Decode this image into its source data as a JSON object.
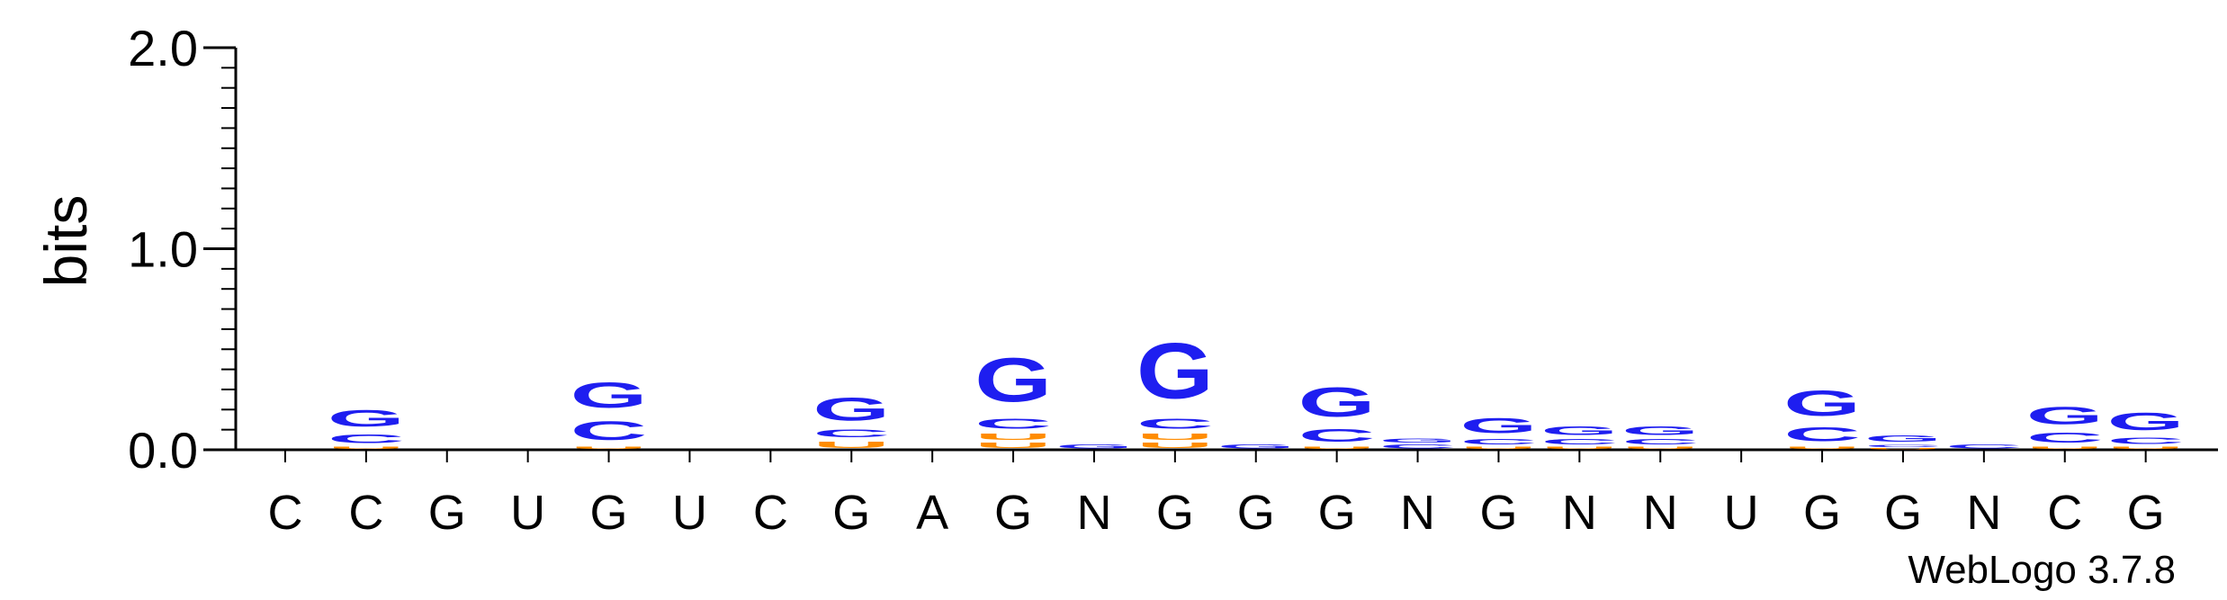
{
  "chart_data": {
    "type": "sequence_logo",
    "ylabel": "bits",
    "ylim": [
      0,
      2.0
    ],
    "yticks": [
      "0.0",
      "1.0",
      "2.0"
    ],
    "credit": "WebLogo 3.7.8",
    "colors": {
      "G": "#1e1ef0",
      "C": "#1e1ef0",
      "U": "#ff8c00",
      "A": "#d00000"
    },
    "positions": [
      {
        "label": "C",
        "stack": []
      },
      {
        "label": "C",
        "stack": [
          [
            "U",
            0.02
          ],
          [
            "C",
            0.07
          ],
          [
            "G",
            0.13
          ]
        ]
      },
      {
        "label": "G",
        "stack": []
      },
      {
        "label": "U",
        "stack": []
      },
      {
        "label": "G",
        "stack": [
          [
            "U",
            0.02
          ],
          [
            "C",
            0.15
          ],
          [
            "G",
            0.2
          ]
        ]
      },
      {
        "label": "U",
        "stack": []
      },
      {
        "label": "C",
        "stack": []
      },
      {
        "label": "G",
        "stack": [
          [
            "U",
            0.05
          ],
          [
            "C",
            0.06
          ],
          [
            "G",
            0.18
          ]
        ]
      },
      {
        "label": "A",
        "stack": []
      },
      {
        "label": "G",
        "stack": [
          [
            "U",
            0.04
          ],
          [
            "U",
            0.05
          ],
          [
            "C",
            0.08
          ],
          [
            "G",
            0.35
          ]
        ]
      },
      {
        "label": "N",
        "stack": [
          [
            "G",
            0.03
          ]
        ]
      },
      {
        "label": "G",
        "stack": [
          [
            "U",
            0.04
          ],
          [
            "U",
            0.05
          ],
          [
            "C",
            0.08
          ],
          [
            "G",
            0.44
          ]
        ]
      },
      {
        "label": "G",
        "stack": [
          [
            "G",
            0.03
          ]
        ]
      },
      {
        "label": "G",
        "stack": [
          [
            "U",
            0.02
          ],
          [
            "C",
            0.1
          ],
          [
            "G",
            0.23
          ]
        ]
      },
      {
        "label": "N",
        "stack": [
          [
            "C",
            0.03
          ],
          [
            "G",
            0.03
          ]
        ]
      },
      {
        "label": "G",
        "stack": [
          [
            "U",
            0.02
          ],
          [
            "C",
            0.04
          ],
          [
            "G",
            0.12
          ]
        ]
      },
      {
        "label": "N",
        "stack": [
          [
            "U",
            0.02
          ],
          [
            "C",
            0.04
          ],
          [
            "G",
            0.07
          ]
        ]
      },
      {
        "label": "N",
        "stack": [
          [
            "U",
            0.02
          ],
          [
            "C",
            0.04
          ],
          [
            "G",
            0.07
          ]
        ]
      },
      {
        "label": "U",
        "stack": []
      },
      {
        "label": "G",
        "stack": [
          [
            "U",
            0.02
          ],
          [
            "C",
            0.11
          ],
          [
            "G",
            0.2
          ]
        ]
      },
      {
        "label": "G",
        "stack": [
          [
            "U",
            0.01
          ],
          [
            "C",
            0.02
          ],
          [
            "G",
            0.05
          ]
        ]
      },
      {
        "label": "N",
        "stack": [
          [
            "C",
            0.03
          ]
        ]
      },
      {
        "label": "C",
        "stack": [
          [
            "U",
            0.02
          ],
          [
            "C",
            0.08
          ],
          [
            "G",
            0.14
          ]
        ]
      },
      {
        "label": "G",
        "stack": [
          [
            "U",
            0.02
          ],
          [
            "C",
            0.05
          ],
          [
            "G",
            0.14
          ]
        ]
      }
    ]
  }
}
